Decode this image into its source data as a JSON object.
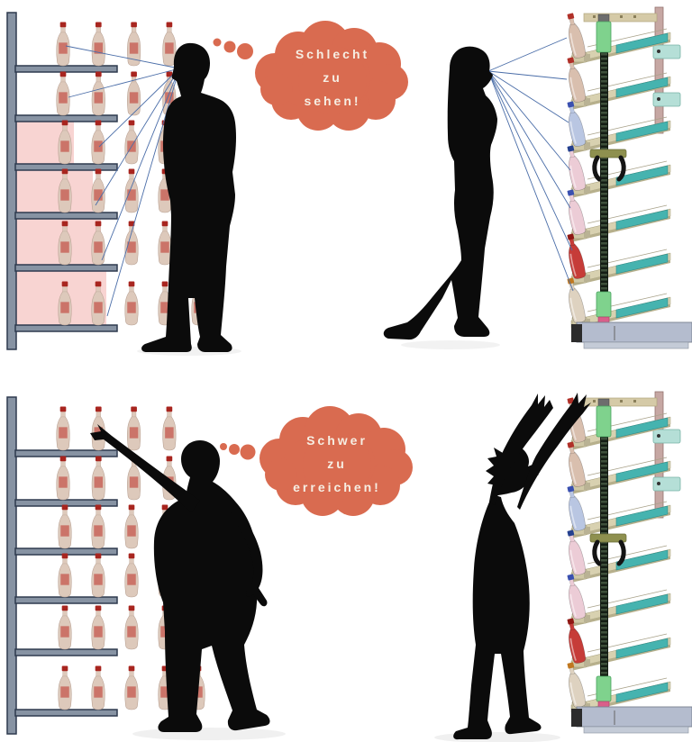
{
  "figure": {
    "type": "comparison-illustration",
    "language": "de"
  },
  "colors": {
    "background": "#ffffff",
    "bubble_fill": "#d96b50",
    "bubble_text": "#f6eee3",
    "sight_line": "#4a6da8",
    "silhouette": "#0b0b0b",
    "shelf_frame": "#8793a3",
    "shelf_frame_border": "#2e3a4e",
    "shelf_highlight": "#f8d4d2",
    "shelf_bottle_cap": "#a8251f",
    "shelf_bottle_body": "#ddc9bb",
    "shelf_bottle_label": "#c4574e",
    "rack_rail": "#d8d1b0",
    "rack_rail_edge": "#b7b08c",
    "rack_conveyor": "#46b3af",
    "rack_clamp": "#b5dfd7",
    "rack_chain": "#141d14",
    "rack_slider": "#7fd28d",
    "rack_post": "#c6a7a3",
    "rack_base": "#b4bcce",
    "rack_handle": "#8e904f",
    "rack_handle_grip": "#141414",
    "rack_pink_part": "#d95f8a"
  },
  "panels": {
    "top_left": {
      "bubble": {
        "lines": [
          "Schlecht",
          "zu",
          "sehen!"
        ]
      },
      "sight_lines": 6,
      "shelf_rows": [
        {
          "bottles": 4,
          "highlighted": false
        },
        {
          "bottles": 4,
          "highlighted": false
        },
        {
          "bottles": 5,
          "highlighted": true
        },
        {
          "bottles": 5,
          "highlighted": true
        },
        {
          "bottles": 5,
          "highlighted": true
        },
        {
          "bottles": 5,
          "highlighted": true
        }
      ]
    },
    "top_right": {
      "sight_lines": 7,
      "rack_levels": [
        {
          "cap": "#b03028",
          "body": "#d9bfae"
        },
        {
          "cap": "#b03028",
          "body": "#d9bfae"
        },
        {
          "cap": "#3a50b0",
          "body": "#b9c6e2"
        },
        {
          "cap": "#24408f",
          "body": "#ecccd6"
        },
        {
          "cap": "#3a50b0",
          "body": "#ecccd6"
        },
        {
          "cap": "#8f1814",
          "body": "#c63c38"
        },
        {
          "cap": "#c07820",
          "body": "#ded2c0"
        }
      ]
    },
    "bottom_left": {
      "bubble": {
        "lines": [
          "Schwer",
          "zu",
          "erreichen!"
        ]
      },
      "sight_lines": 0,
      "shelf_rows": [
        {
          "bottles": 4,
          "highlighted": false
        },
        {
          "bottles": 4,
          "highlighted": false
        },
        {
          "bottles": 5,
          "highlighted": false
        },
        {
          "bottles": 5,
          "highlighted": false
        },
        {
          "bottles": 5,
          "highlighted": false
        },
        {
          "bottles": 5,
          "highlighted": false
        }
      ]
    },
    "bottom_right": {
      "sight_lines": 0,
      "rack_levels": [
        {
          "cap": "#b03028",
          "body": "#d9bfae"
        },
        {
          "cap": "#b03028",
          "body": "#d9bfae"
        },
        {
          "cap": "#3a50b0",
          "body": "#b9c6e2"
        },
        {
          "cap": "#24408f",
          "body": "#ecccd6"
        },
        {
          "cap": "#3a50b0",
          "body": "#ecccd6"
        },
        {
          "cap": "#8f1814",
          "body": "#c63c38"
        },
        {
          "cap": "#c07820",
          "body": "#ded2c0"
        }
      ]
    }
  }
}
